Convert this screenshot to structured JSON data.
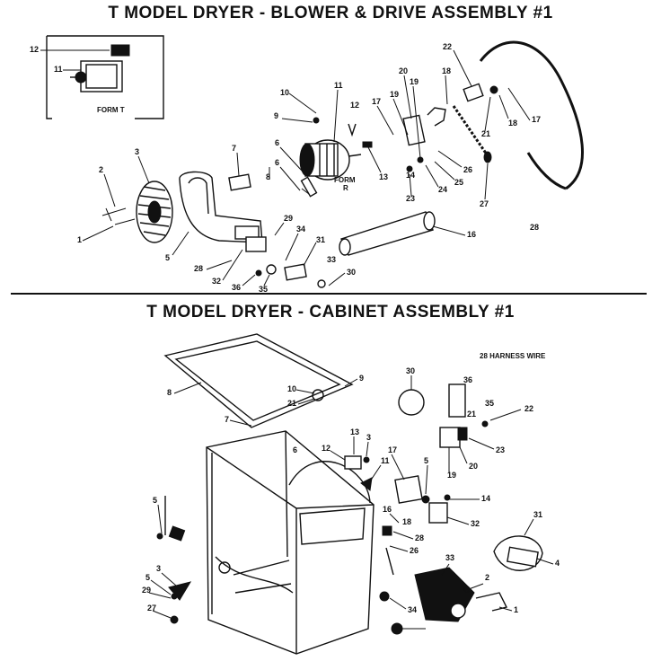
{
  "top_section": {
    "title": "T MODEL DRYER - BLOWER & DRIVE ASSEMBLY   #1",
    "inset_label": "FORM T",
    "motor_label": "FORM\nR",
    "callouts": [
      {
        "id": "12a",
        "text": "12"
      },
      {
        "id": "11a",
        "text": "11"
      },
      {
        "id": "22",
        "text": "22"
      },
      {
        "id": "10",
        "text": "10"
      },
      {
        "id": "11b",
        "text": "11"
      },
      {
        "id": "20",
        "text": "20"
      },
      {
        "id": "19a",
        "text": "19"
      },
      {
        "id": "19b",
        "text": "19"
      },
      {
        "id": "18a",
        "text": "18"
      },
      {
        "id": "17a",
        "text": "17"
      },
      {
        "id": "12b",
        "text": "12"
      },
      {
        "id": "9",
        "text": "9"
      },
      {
        "id": "17b",
        "text": "17"
      },
      {
        "id": "21",
        "text": "21"
      },
      {
        "id": "18b",
        "text": "18"
      },
      {
        "id": "3",
        "text": "3"
      },
      {
        "id": "7",
        "text": "7"
      },
      {
        "id": "6a",
        "text": "6"
      },
      {
        "id": "6b",
        "text": "6"
      },
      {
        "id": "13",
        "text": "13"
      },
      {
        "id": "14",
        "text": "14"
      },
      {
        "id": "26",
        "text": "26"
      },
      {
        "id": "2",
        "text": "2"
      },
      {
        "id": "8",
        "text": "8"
      },
      {
        "id": "24",
        "text": "24"
      },
      {
        "id": "25",
        "text": "25"
      },
      {
        "id": "23",
        "text": "23"
      },
      {
        "id": "27",
        "text": "27"
      },
      {
        "id": "28a",
        "text": "28"
      },
      {
        "id": "1",
        "text": "1"
      },
      {
        "id": "34",
        "text": "34"
      },
      {
        "id": "31",
        "text": "31"
      },
      {
        "id": "16",
        "text": "16"
      },
      {
        "id": "29",
        "text": "29"
      },
      {
        "id": "5",
        "text": "5"
      },
      {
        "id": "28b",
        "text": "28"
      },
      {
        "id": "33",
        "text": "33"
      },
      {
        "id": "30",
        "text": "30"
      },
      {
        "id": "32",
        "text": "32"
      },
      {
        "id": "36",
        "text": "36"
      },
      {
        "id": "35",
        "text": "35"
      }
    ]
  },
  "bottom_section": {
    "title": "T MODEL DRYER - CABINET ASSEMBLY   #1",
    "note": "28 HARNESS WIRE",
    "callouts": [
      {
        "id": "9",
        "text": "9"
      },
      {
        "id": "30",
        "text": "30"
      },
      {
        "id": "36",
        "text": "36"
      },
      {
        "id": "8",
        "text": "8"
      },
      {
        "id": "10",
        "text": "10"
      },
      {
        "id": "21a",
        "text": "21"
      },
      {
        "id": "35",
        "text": "35"
      },
      {
        "id": "22",
        "text": "22"
      },
      {
        "id": "21b",
        "text": "21"
      },
      {
        "id": "23",
        "text": "23"
      },
      {
        "id": "7",
        "text": "7"
      },
      {
        "id": "13",
        "text": "13"
      },
      {
        "id": "3a",
        "text": "3"
      },
      {
        "id": "20",
        "text": "20"
      },
      {
        "id": "12",
        "text": "12"
      },
      {
        "id": "17",
        "text": "17"
      },
      {
        "id": "19",
        "text": "19"
      },
      {
        "id": "11",
        "text": "11"
      },
      {
        "id": "6",
        "text": "6"
      },
      {
        "id": "5a",
        "text": "5"
      },
      {
        "id": "5b",
        "text": "5"
      },
      {
        "id": "14",
        "text": "14"
      },
      {
        "id": "16",
        "text": "16"
      },
      {
        "id": "18",
        "text": "18"
      },
      {
        "id": "32",
        "text": "32"
      },
      {
        "id": "31",
        "text": "31"
      },
      {
        "id": "28",
        "text": "28"
      },
      {
        "id": "26",
        "text": "26"
      },
      {
        "id": "33",
        "text": "33"
      },
      {
        "id": "4",
        "text": "4"
      },
      {
        "id": "3b",
        "text": "3"
      },
      {
        "id": "5c",
        "text": "5"
      },
      {
        "id": "2",
        "text": "2"
      },
      {
        "id": "29",
        "text": "29"
      },
      {
        "id": "34",
        "text": "34"
      },
      {
        "id": "1",
        "text": "1"
      },
      {
        "id": "27",
        "text": "27"
      }
    ]
  }
}
